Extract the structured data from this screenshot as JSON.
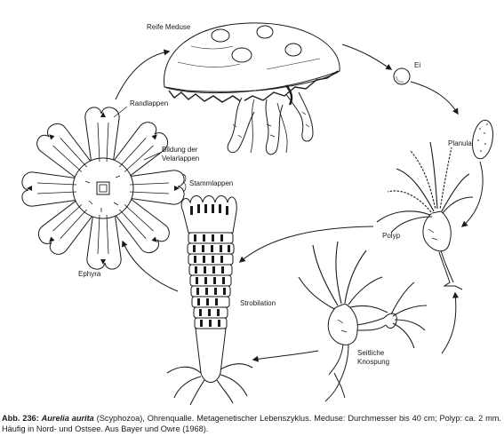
{
  "labels": {
    "reife_meduse": "Reife Meduse",
    "ei": "Ei",
    "planula": "Planula",
    "polyp": "Polyp",
    "seitliche_1": "Seitliche",
    "seitliche_2": "Knospung",
    "strobilation": "Strobilation",
    "ephyra": "Ephyra",
    "randlappen": "Randlappen",
    "bildung_1": "Bildung der",
    "bildung_2": "Velarlappen",
    "stammlappen": "Stammlappen"
  },
  "caption": {
    "lead": "Abb. 236:",
    "species": "Aurelia aurita",
    "text": " (Scyphozoa), Ohrenqualle. Metagenetischer Lebenszyklus. Meduse: Durchmesser bis 40 cm; Polyp: ca. 2 mm. Häufig in Nord- und Ostsee. Aus Bayer und Owre (1968)."
  },
  "colors": {
    "ink": "#1a1a1a",
    "paper": "#ffffff",
    "shade": "#bdbdbd"
  }
}
